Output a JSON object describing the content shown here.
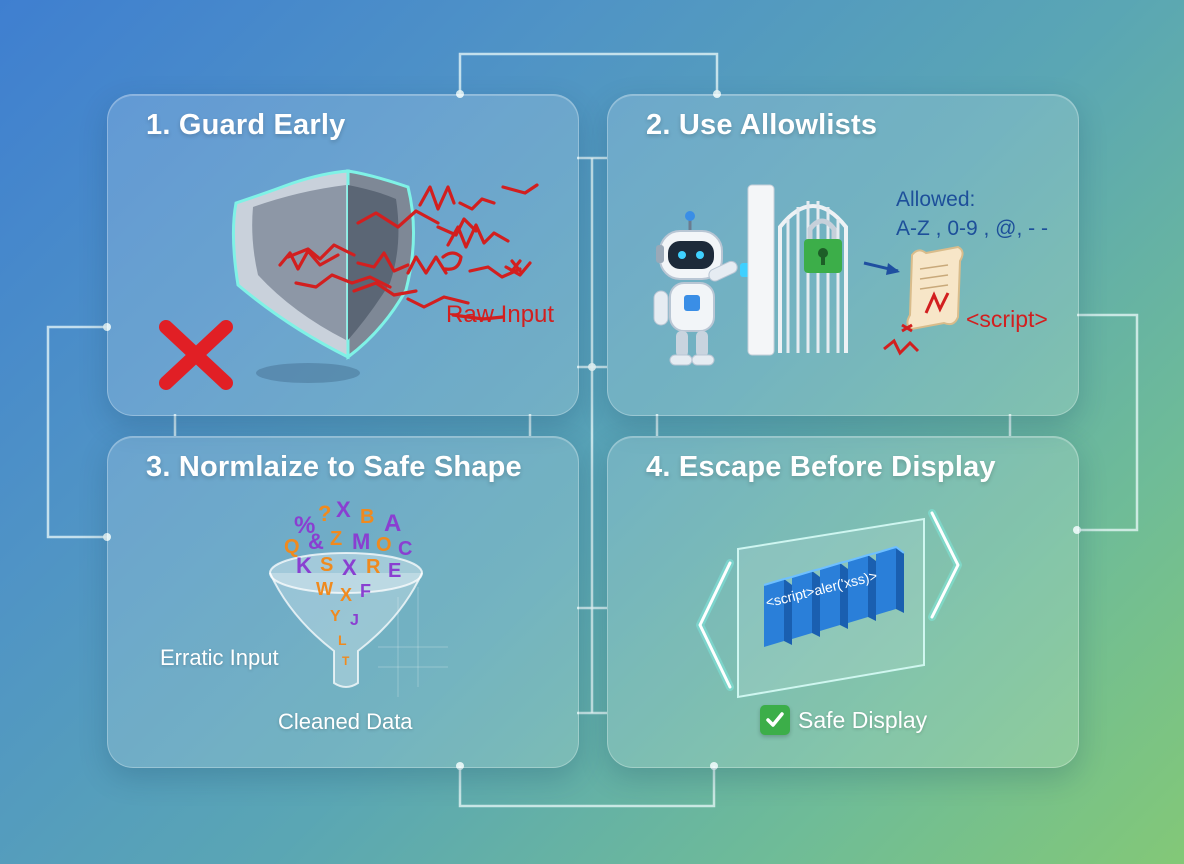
{
  "cards": [
    {
      "title": "1. Guard Early",
      "labels": {
        "raw_input": "Raw Input"
      }
    },
    {
      "title": "2. Use Allowlists",
      "labels": {
        "allowed_heading": "Allowed:",
        "allowed_chars": "A-Z , 0-9 , @, - -",
        "script_tag": "<script>"
      }
    },
    {
      "title": "3. Normlaize to Safe Shape",
      "labels": {
        "erratic_input": "Erratic Input",
        "cleaned_data": "Cleaned Data"
      }
    },
    {
      "title": "4. Escape Before Display",
      "labels": {
        "escaped_code": "<script>aler('xss)>",
        "safe_display": "Safe Display"
      }
    }
  ],
  "colors": {
    "danger": "#d21f1f",
    "safe": "#3cae49",
    "glow": "#7ff2e6",
    "block_blue": "#2a7fd9"
  },
  "icons": [
    "shield-icon",
    "red-x-icon",
    "robot-icon",
    "gate-icon",
    "padlock-icon",
    "scroll-icon",
    "funnel-icon",
    "code-blocks-icon",
    "checkmark-icon"
  ]
}
